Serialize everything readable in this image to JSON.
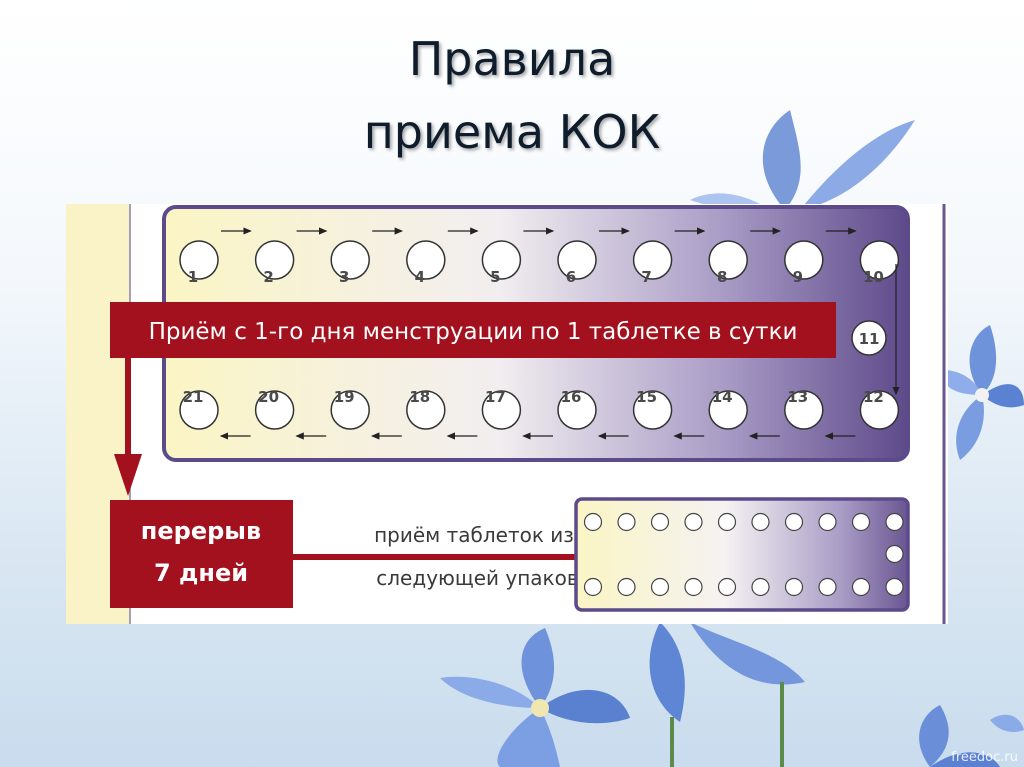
{
  "title": {
    "line1": "Правила",
    "line2": "приема КОК"
  },
  "diagram": {
    "top_pills": [
      "1",
      "2",
      "3",
      "4",
      "5",
      "6",
      "7",
      "8",
      "9",
      "10"
    ],
    "middle_pill": "11",
    "bottom_pills": [
      "21",
      "20",
      "19",
      "18",
      "17",
      "16",
      "15",
      "14",
      "13",
      "12"
    ],
    "banner": "Приём с 1-го дня менструации  по 1 таблетке в сутки",
    "break_line1": "перерыв",
    "break_line2": "7 дней",
    "next_line1": "приём таблеток из",
    "next_line2": "следующей упаковки"
  },
  "colors": {
    "accent": "#a0101f",
    "pack_start": "#fbf5c8",
    "pack_end": "#6a5691"
  },
  "watermark": "freedoc.ru"
}
